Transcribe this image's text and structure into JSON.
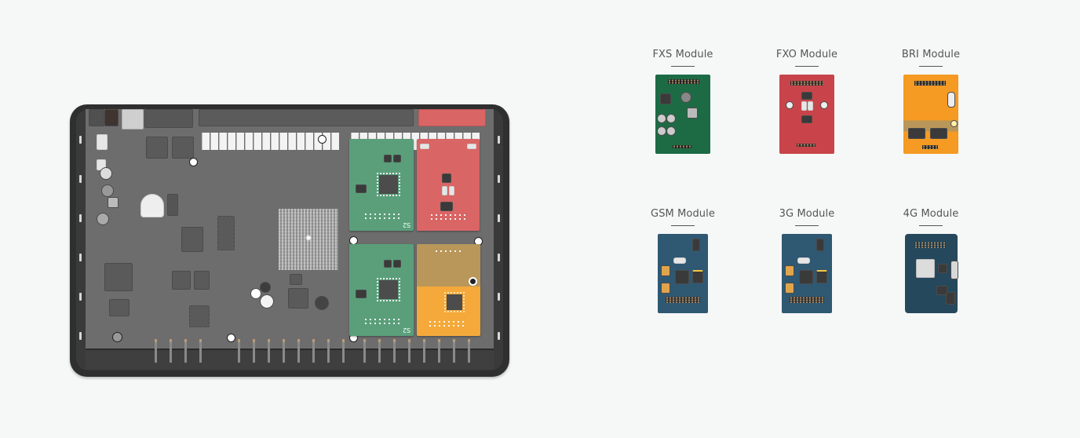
{
  "device": {
    "alt": "IP-PBX main board with expansion module slots",
    "slot_labels": [
      "S2",
      "S2"
    ],
    "colors": {
      "case": "#2f2f2f",
      "board": "#6d6d6d",
      "fxs": "#5a9f7a",
      "fxo": "#d96565",
      "bri_top": "#b9975a",
      "bri_bottom": "#f4a93a"
    }
  },
  "modules": [
    {
      "label": "FXS Module",
      "color": "#1d6b45"
    },
    {
      "label": "FXO Module",
      "color": "#c8444a"
    },
    {
      "label": "BRI Module",
      "color": "#f59a22"
    },
    {
      "label": "GSM Module",
      "color": "#2f5872"
    },
    {
      "label": "3G Module",
      "color": "#2f5872"
    },
    {
      "label": "4G Module",
      "color": "#25485c"
    }
  ]
}
